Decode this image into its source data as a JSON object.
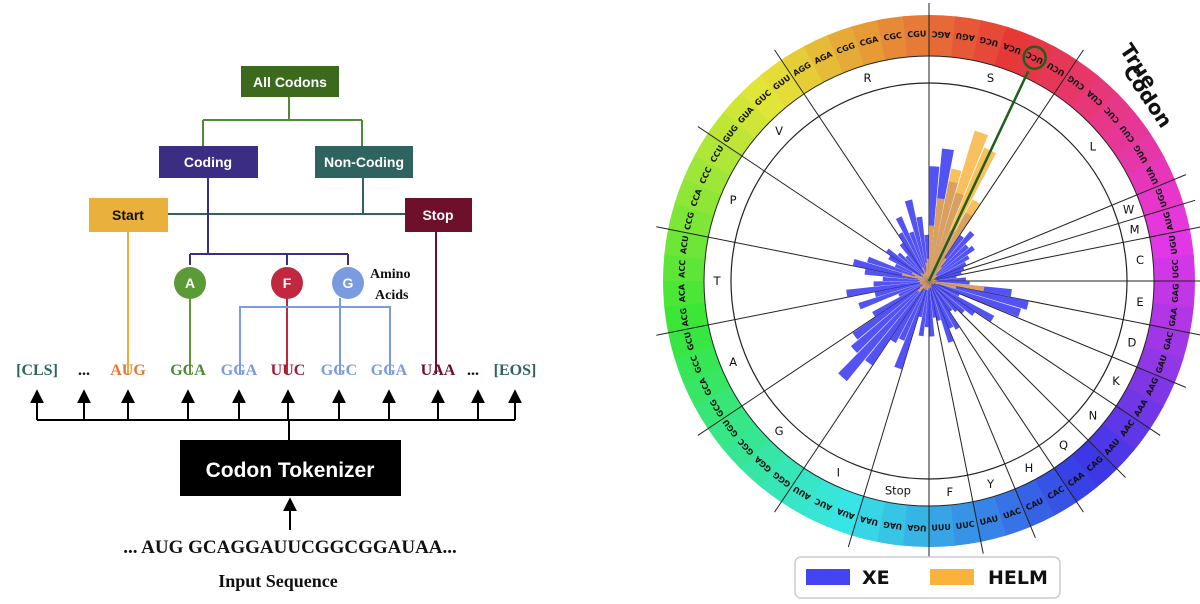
{
  "tree": {
    "all_codons": "All Codons",
    "coding": "Coding",
    "non_coding": "Non-Coding",
    "start": "Start",
    "stop": "Stop",
    "amino_acids_line1": "Amino",
    "amino_acids_line2": "Acids",
    "circles": [
      "A",
      "F",
      "G"
    ]
  },
  "tokens": [
    "[CLS]",
    "...",
    "AUG",
    "GCA",
    "GGA",
    "UUC",
    "GGC",
    "GGA",
    "UAA",
    "...",
    "[EOS]"
  ],
  "tokenizer_label": "Codon Tokenizer",
  "input_sequence": "... AUG GCAGGAUUCGGCGGAUAA...",
  "input_label": "Input Sequence",
  "true_codon_label": [
    "True",
    "Codon"
  ],
  "highlight_codon": "UCC",
  "colors": {
    "all_codons": "#3b6a1d",
    "coding": "#3b2d82",
    "non_coding": "#2e6360",
    "start": "#eab03c",
    "stop": "#6e0f2b",
    "circle_a": "#5a9a37",
    "circle_f": "#c1273e",
    "circle_g": "#7b9be0",
    "xe": "#4444f2",
    "helm": "#f9b23b"
  },
  "chart_data": {
    "type": "polar-bar",
    "legend": [
      "XE",
      "HELM"
    ],
    "amino_acid_groups": [
      {
        "label": "R",
        "codons": [
          "AGG",
          "AGA",
          "CGG",
          "CGA",
          "CGC",
          "CGU"
        ]
      },
      {
        "label": "S",
        "codons": [
          "AGC",
          "AGU",
          "UCG",
          "UCA",
          "UCC",
          "UCU"
        ]
      },
      {
        "label": "L",
        "codons": [
          "CUG",
          "CUA",
          "CUC",
          "CUU",
          "UUG",
          "UUA"
        ]
      },
      {
        "label": "W",
        "codons": [
          "UGG"
        ]
      },
      {
        "label": "M",
        "codons": [
          "AUG"
        ]
      },
      {
        "label": "C",
        "codons": [
          "UGU",
          "UGC"
        ]
      },
      {
        "label": "E",
        "codons": [
          "GAG",
          "GAA"
        ]
      },
      {
        "label": "D",
        "codons": [
          "GAC",
          "GAU"
        ]
      },
      {
        "label": "K",
        "codons": [
          "AAG",
          "AAA"
        ]
      },
      {
        "label": "N",
        "codons": [
          "AAC",
          "AAU"
        ]
      },
      {
        "label": "Q",
        "codons": [
          "CAG",
          "CAA"
        ]
      },
      {
        "label": "H",
        "codons": [
          "CAC",
          "CAU"
        ]
      },
      {
        "label": "Y",
        "codons": [
          "UAC",
          "UAU"
        ]
      },
      {
        "label": "F",
        "codons": [
          "UUC",
          "UUU"
        ]
      },
      {
        "label": "Stop",
        "codons": [
          "UGA",
          "UAG",
          "UAA"
        ]
      },
      {
        "label": "I",
        "codons": [
          "AUA",
          "AUC",
          "AUU"
        ]
      },
      {
        "label": "G",
        "codons": [
          "GGG",
          "GGA",
          "GGC",
          "GGU"
        ]
      },
      {
        "label": "A",
        "codons": [
          "GCG",
          "GCA",
          "GCC",
          "GCU"
        ]
      },
      {
        "label": "T",
        "codons": [
          "ACG",
          "ACA",
          "ACC",
          "ACU"
        ]
      },
      {
        "label": "P",
        "codons": [
          "CCG",
          "CCA",
          "CCC",
          "CCU"
        ]
      },
      {
        "label": "V",
        "codons": [
          "GUG",
          "GUA",
          "GUC",
          "GUU"
        ]
      }
    ],
    "xe_values": [
      0.3,
      0.38,
      0.28,
      0.45,
      0.35,
      0.25,
      0.62,
      0.72,
      0.55,
      0.5,
      0.3,
      0.42,
      0.3,
      0.35,
      0.28,
      0.3,
      0.25,
      0.22,
      0.2,
      0.18,
      0.15,
      0.2,
      0.22,
      0.45,
      0.55,
      0.52,
      0.18,
      0.4,
      0.3,
      0.25,
      0.22,
      0.2,
      0.3,
      0.28,
      0.35,
      0.22,
      0.2,
      0.3,
      0.25,
      0.3,
      0.2,
      0.5,
      0.35,
      0.38,
      0.55,
      0.7,
      0.55,
      0.5,
      0.35,
      0.18,
      0.4,
      0.3,
      0.45,
      0.3,
      0.25,
      0.35,
      0.42,
      0.35,
      0.2,
      0.25,
      0.28,
      0.22,
      0.18,
      0.25
    ],
    "helm_values": [
      0.05,
      0.08,
      0.05,
      0.06,
      0.1,
      0.12,
      0.3,
      0.45,
      0.62,
      0.85,
      0.78,
      0.5,
      0.15,
      0.1,
      0.05,
      0.05,
      0.05,
      0.04,
      0.03,
      0.03,
      0.04,
      0.04,
      0.03,
      0.3,
      0.15,
      0.05,
      0.03,
      0.03,
      0.03,
      0.03,
      0.02,
      0.02,
      0.03,
      0.03,
      0.04,
      0.04,
      0.03,
      0.04,
      0.04,
      0.05,
      0.05,
      0.05,
      0.04,
      0.05,
      0.05,
      0.08,
      0.08,
      0.06,
      0.04,
      0.04,
      0.05,
      0.05,
      0.05,
      0.06,
      0.05,
      0.06,
      0.15,
      0.08,
      0.1,
      0.05,
      0.04,
      0.06,
      0.05,
      0.05
    ]
  }
}
